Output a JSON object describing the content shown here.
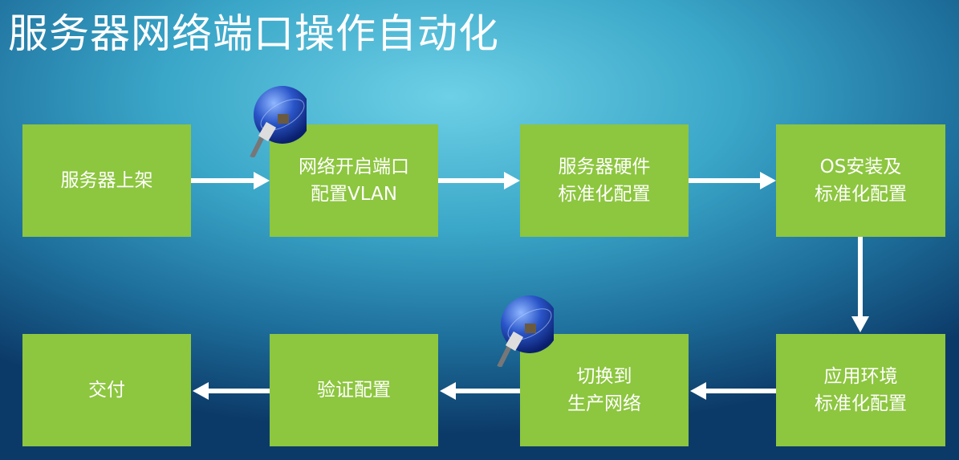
{
  "title": "服务器网络端口操作自动化",
  "steps": [
    {
      "line1": "服务器上架",
      "line2": ""
    },
    {
      "line1": "网络开启端口",
      "line2": "配置VLAN"
    },
    {
      "line1": "服务器硬件",
      "line2": "标准化配置"
    },
    {
      "line1": "OS安装及",
      "line2": "标准化配置"
    },
    {
      "line1": "应用环境",
      "line2": "标准化配置"
    },
    {
      "line1": "切换到",
      "line2": "生产网络"
    },
    {
      "line1": "验证配置",
      "line2": ""
    },
    {
      "line1": "交付",
      "line2": ""
    }
  ],
  "colors": {
    "box": "#8dc63f",
    "arrow": "#ffffff"
  }
}
